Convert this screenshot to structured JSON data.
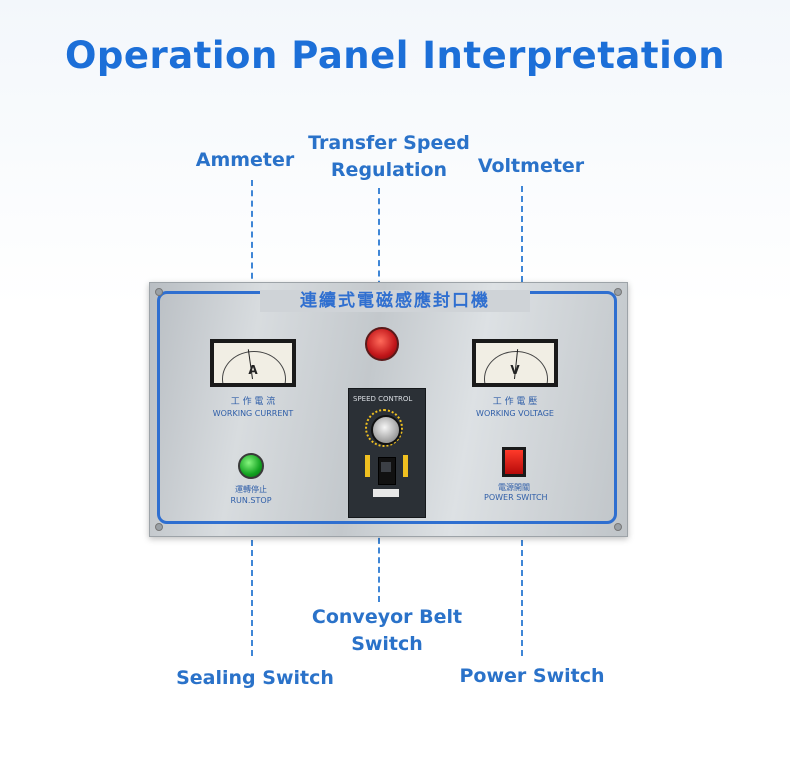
{
  "title": "Operation Panel Interpretation",
  "labels": {
    "ammeter": "Ammeter",
    "transfer_speed_line1": "Transfer Speed",
    "transfer_speed_line2": "Regulation",
    "voltmeter": "Voltmeter",
    "conveyor_line1": "Conveyor Belt",
    "conveyor_line2": "Switch",
    "sealing_switch": "Sealing Switch",
    "power_switch": "Power Switch"
  },
  "panel": {
    "title": "連續式電磁感應封口機",
    "ammeter_unit": "A",
    "voltmeter_unit": "V",
    "current_cn": "工 作 電 流",
    "current_en": "WORKING CURRENT",
    "voltage_cn": "工 作 電 壓",
    "voltage_en": "WORKING VOLTAGE",
    "runstop_cn": "運轉停止",
    "runstop_en": "RUN.STOP",
    "power_cn": "電源開關",
    "power_en": "POWER SWITCH",
    "speed_control": "SPEED CONTROL"
  },
  "colors": {
    "heading": "#1c6fd8",
    "label": "#2a72c9",
    "leader": "#3f86d6",
    "panel_border": "#2f6fd0"
  }
}
